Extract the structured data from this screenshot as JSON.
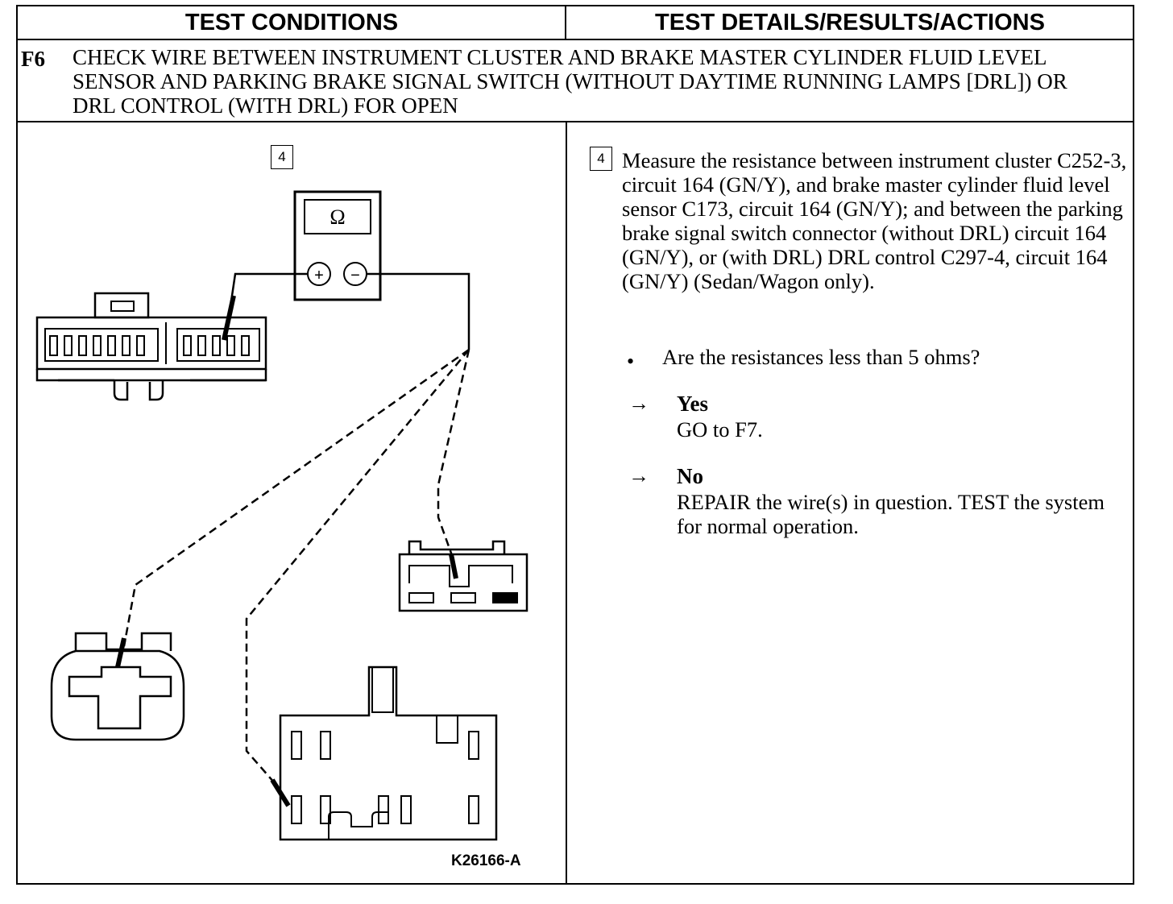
{
  "header": {
    "left": "TEST CONDITIONS",
    "right": "TEST DETAILS/RESULTS/ACTIONS"
  },
  "step": {
    "id": "F6",
    "title": "CHECK WIRE BETWEEN INSTRUMENT CLUSTER AND BRAKE MASTER CYLINDER FLUID LEVEL SENSOR AND PARKING BRAKE SIGNAL SWITCH (WITHOUT DAYTIME RUNNING LAMPS [DRL]) OR DRL CONTROL (WITH DRL) FOR OPEN"
  },
  "diagram": {
    "step_number": "4",
    "meter_symbol": "Ω",
    "meter_plus": "+",
    "meter_minus": "−",
    "figure_id": "K26166-A"
  },
  "details": {
    "step_number": "4",
    "instruction": "Measure the resistance between instrument cluster C252-3, circuit 164 (GN/Y), and brake master cylinder fluid level sensor C173, circuit 164 (GN/Y); and between the parking brake signal switch connector (without DRL) circuit 164 (GN/Y), or (with DRL) DRL control C297-4, circuit 164 (GN/Y) (Sedan/Wagon only).",
    "bullet": "•",
    "question": "Are the resistances less than 5 ohms?",
    "arrow": "→",
    "yes_label": "Yes",
    "yes_action": "GO to F7.",
    "no_label": "No",
    "no_action": "REPAIR the wire(s) in question. TEST the system for normal operation."
  }
}
